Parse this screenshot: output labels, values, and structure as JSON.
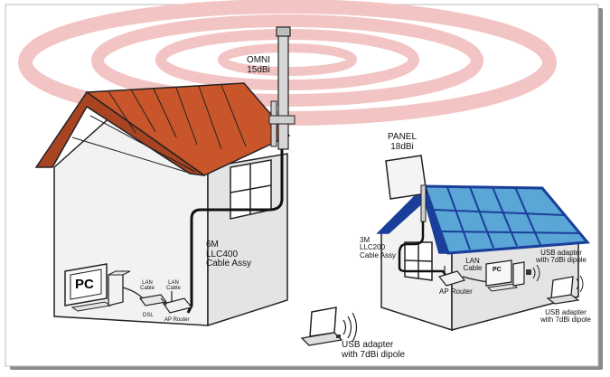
{
  "colors": {
    "signal_rings": "#f3c4c4",
    "house_left_roof": "#c8562a",
    "house_right_roof": "#5aa6d6",
    "house_right_roof_frame": "#1a3f9a",
    "wall": "#f3f3f3",
    "outline": "#222222"
  },
  "labels": {
    "omni": "OMNI",
    "omni_gain": "15dBi",
    "panel": "PANEL",
    "panel_gain": "18dBi",
    "cable_long_1": "6M",
    "cable_long_2": "LLC400",
    "cable_long_3": "Cable Assy",
    "cable_short_1": "3M",
    "cable_short_2": "LLC200",
    "cable_short_3": "Cable Assy",
    "pc_left": "PC",
    "pc_right": "PC",
    "lan_cable_left_1": "LAN",
    "lan_cable_left_2": "Cable",
    "lan_cable_mid_1": "LAN",
    "lan_cable_mid_2": "Cable",
    "dsl": "DSL",
    "ap_router_left": "AP Router",
    "ap_router_right": "AP Router",
    "lan_cable_right_1": "LAN",
    "lan_cable_right_2": "Cable",
    "usb_top_1": "USB adapter",
    "usb_top_2": "with 7dBi dipole",
    "usb_right_1": "USB adapter",
    "usb_right_2": "with 7dBi dipole",
    "usb_center_1": "USB adapter",
    "usb_center_2": "with 7dBi dipole"
  }
}
